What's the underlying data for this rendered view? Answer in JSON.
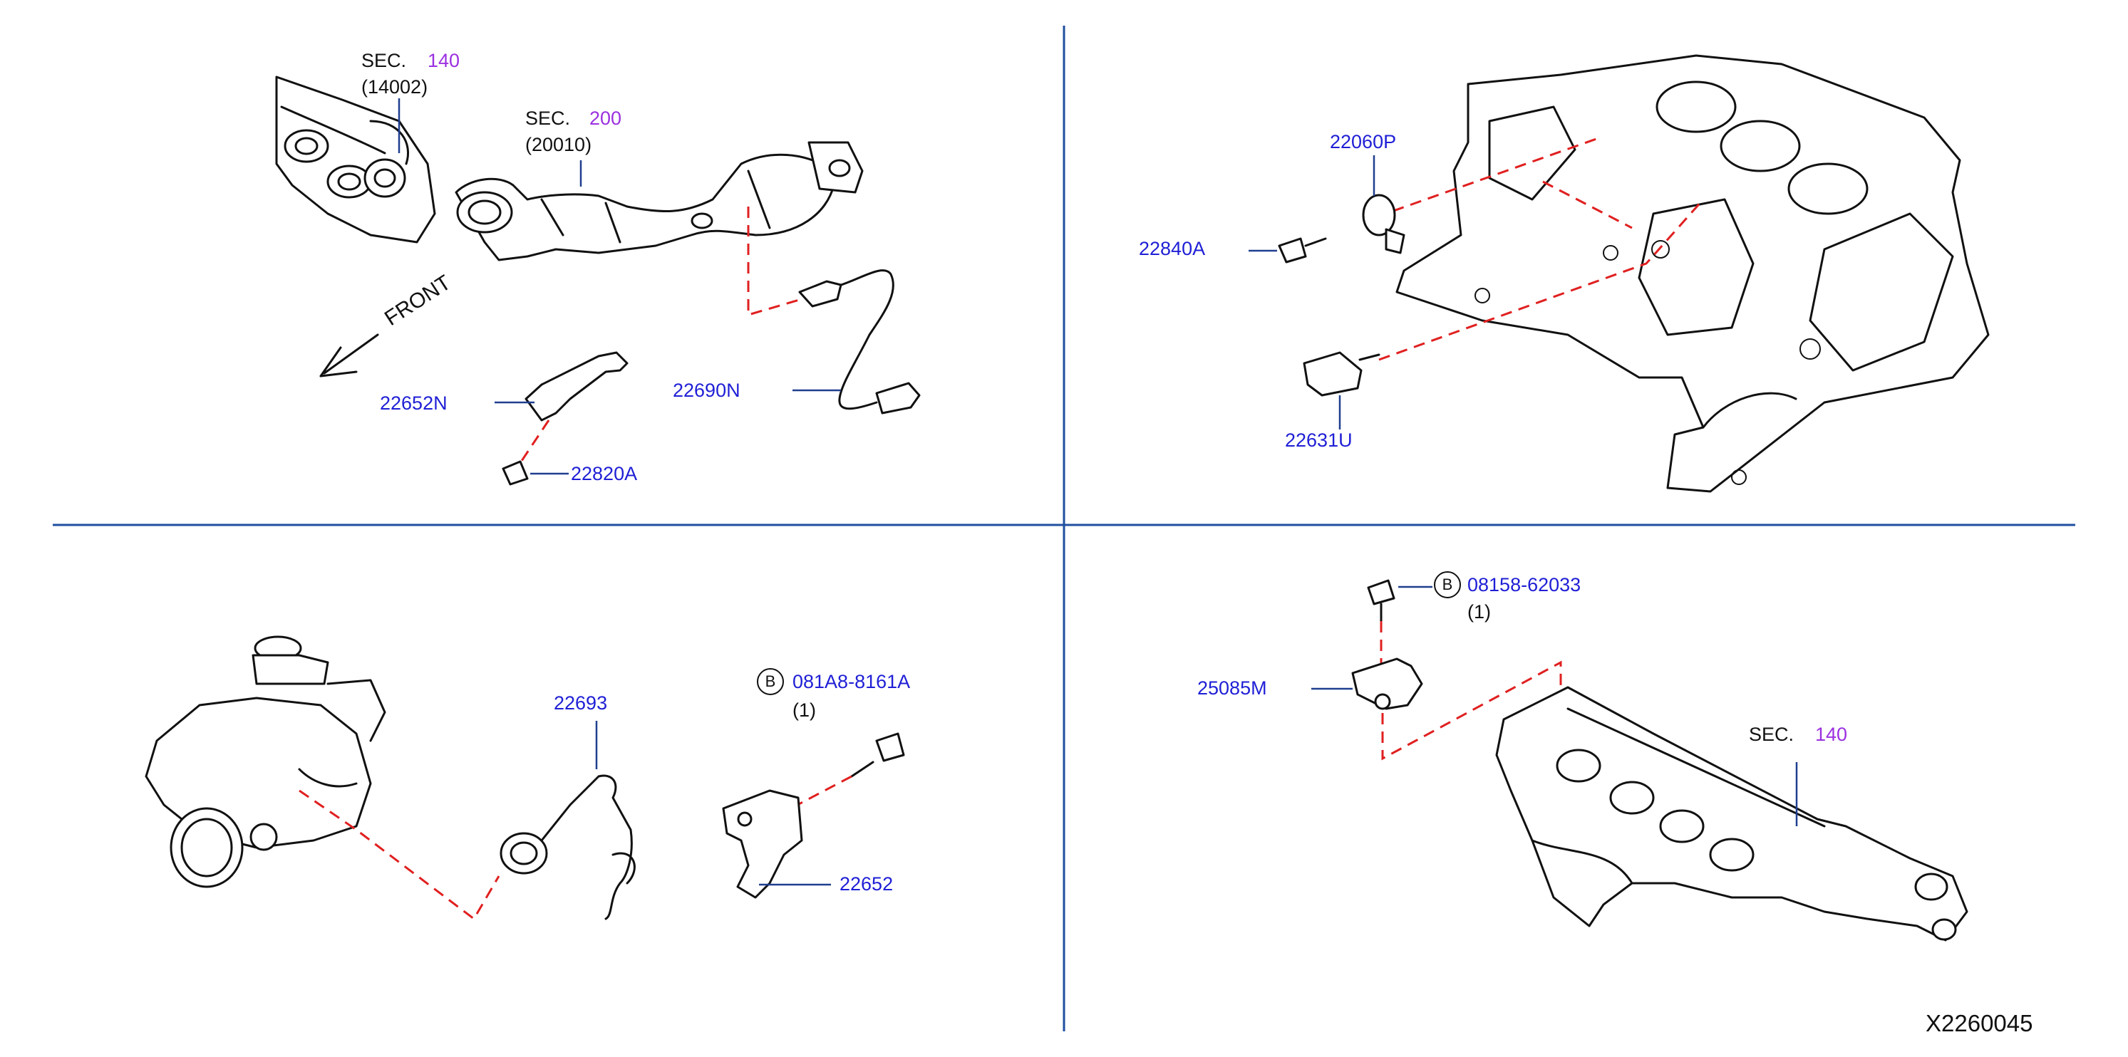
{
  "diagram_id": "X2260045",
  "callouts": {
    "sec140_top": {
      "sec": "SEC.",
      "num": "140",
      "sub": "(14002)"
    },
    "sec200": {
      "sec": "SEC.",
      "num": "200",
      "sub": "(20010)"
    },
    "front": "FRONT",
    "p22652N": "22652N",
    "p22820A": "22820A",
    "p22690N": "22690N",
    "p22060P": "22060P",
    "p22840A": "22840A",
    "p22631U": "22631U",
    "p22693": "22693",
    "bolt_b1": {
      "letter": "B",
      "part": "081A8-8161A",
      "qty": "(1)"
    },
    "p22652": "22652",
    "bolt_b2": {
      "letter": "B",
      "part": "08158-62033",
      "qty": "(1)"
    },
    "p25085M": "25085M",
    "sec140_br": {
      "sec": "SEC.",
      "num": "140"
    }
  },
  "colors": {
    "part_number": "#1f1fd6",
    "section_number": "#9b30e0",
    "divider": "#1f4fa0",
    "dashed_link": "#e02020",
    "outline": "#111111"
  }
}
